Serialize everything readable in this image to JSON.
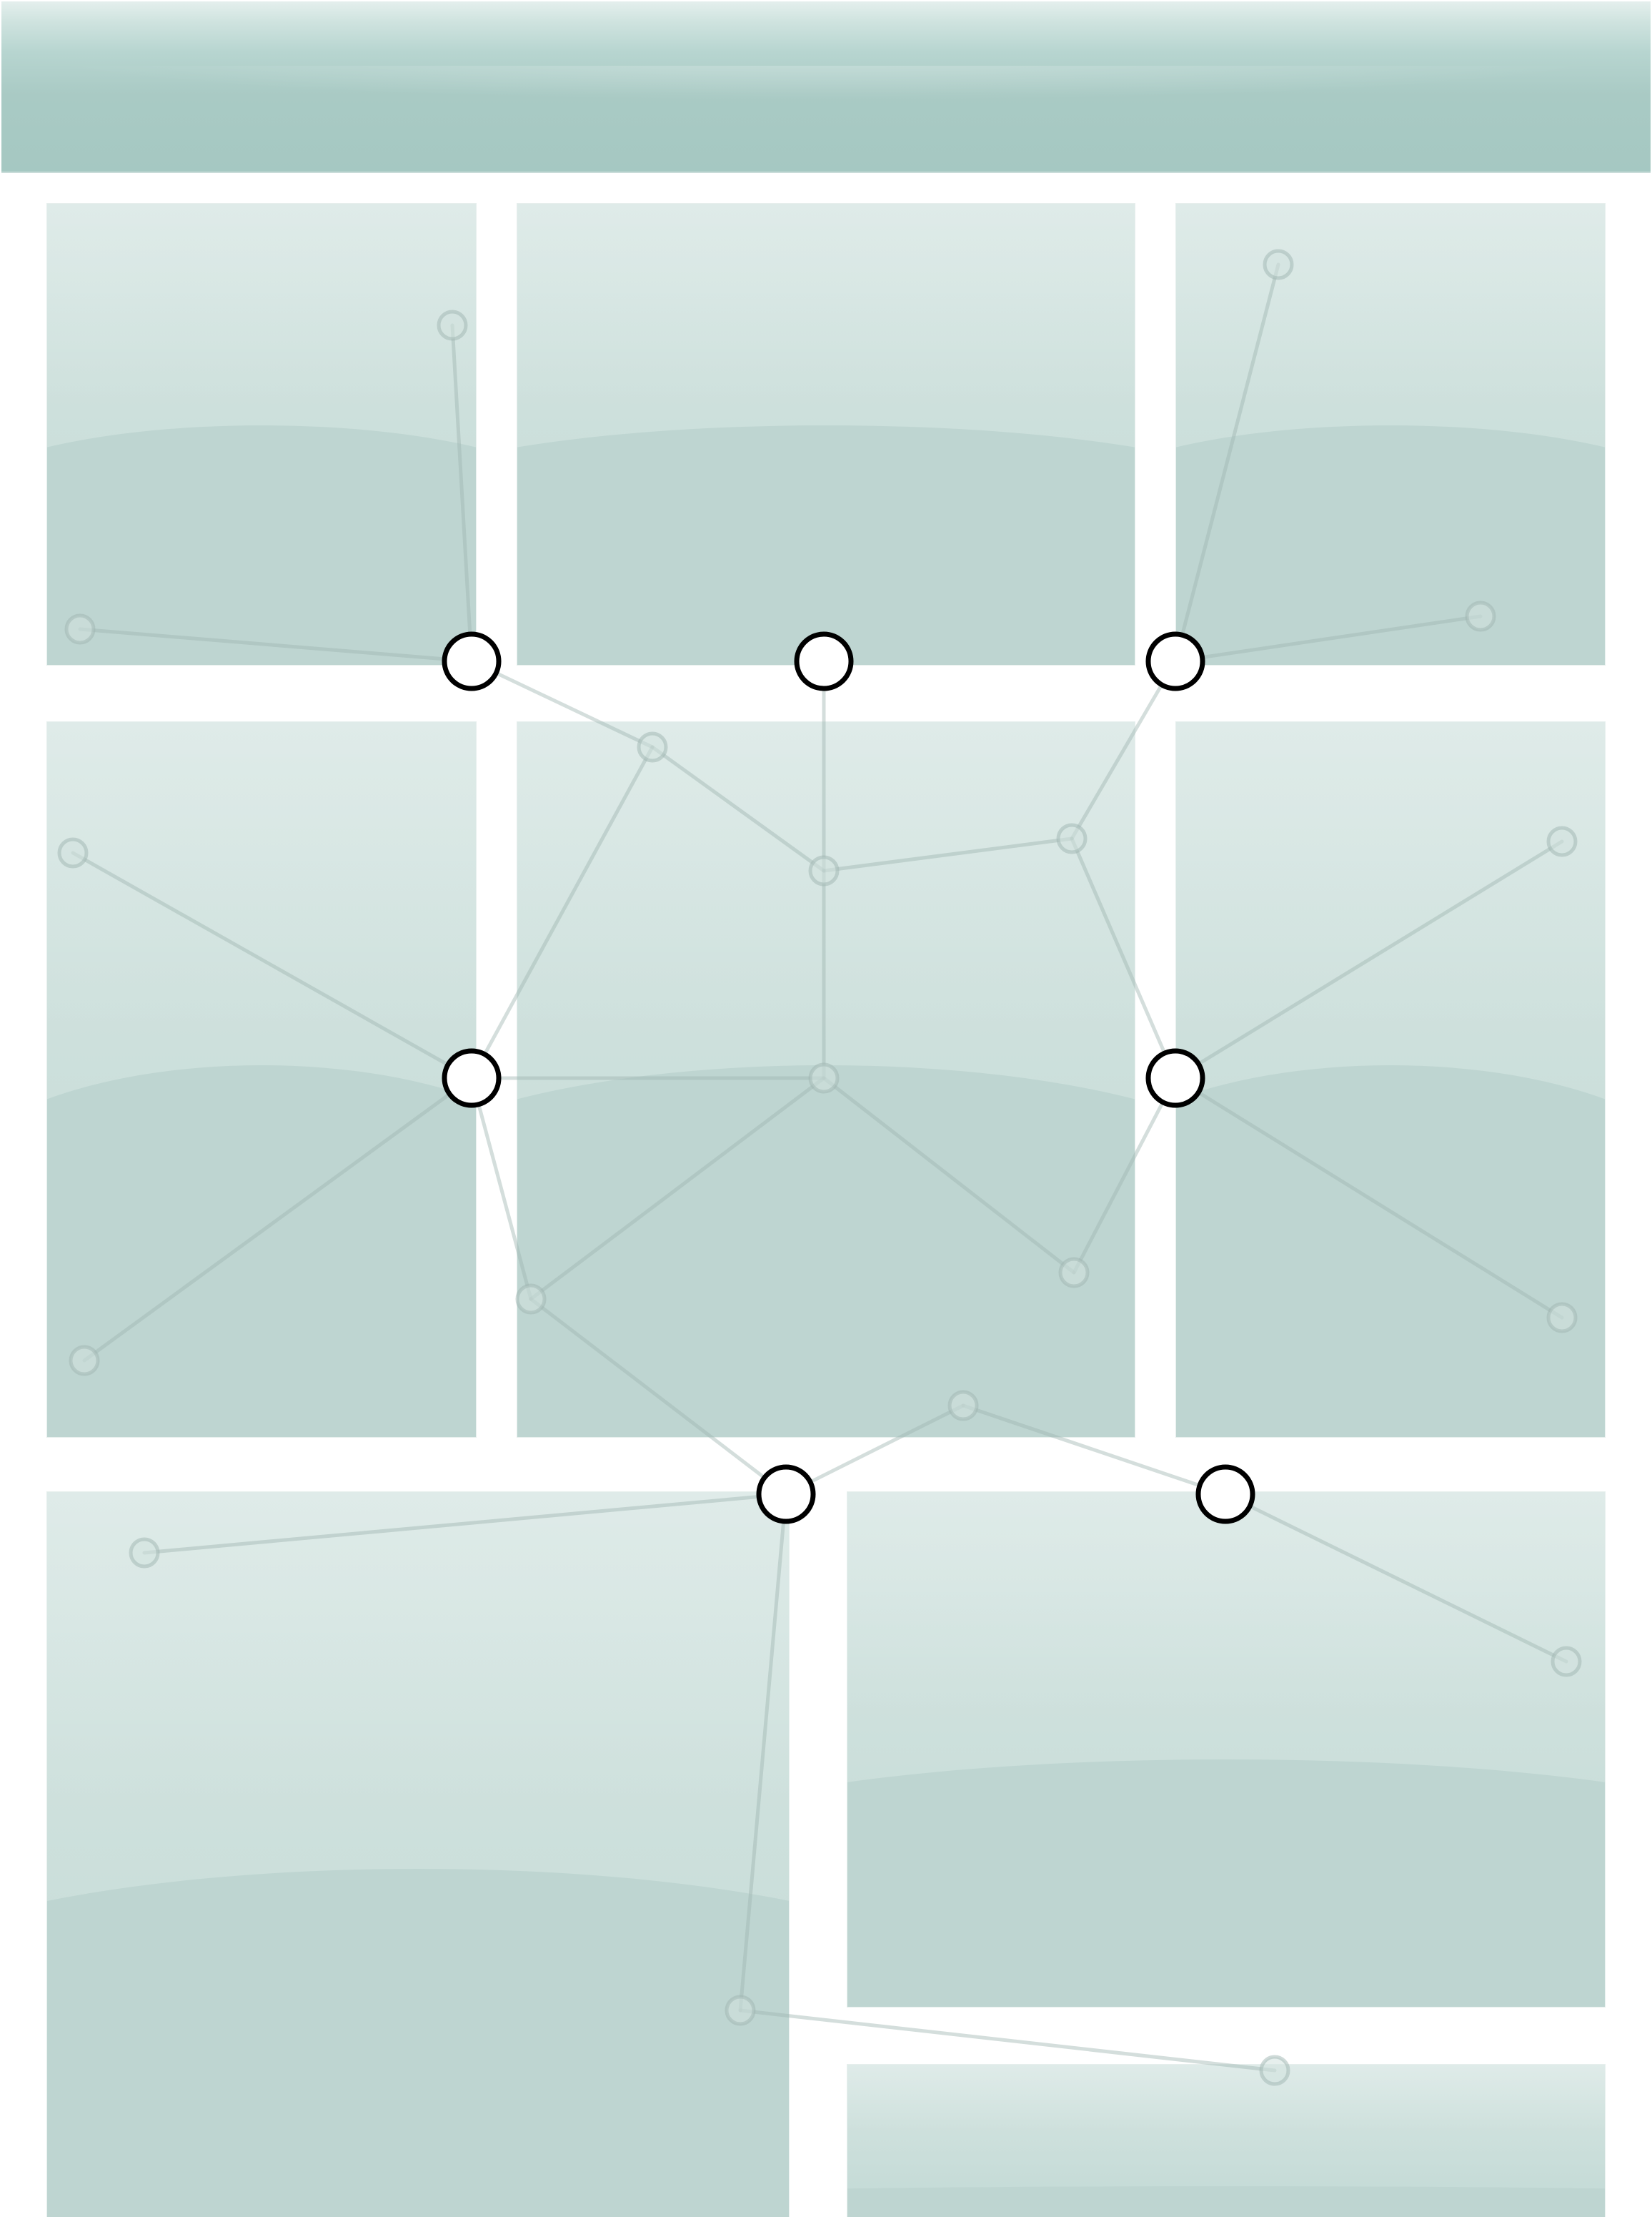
{
  "theme": {
    "header_color": "#a5c8c2",
    "panel_color": "#bed5d1",
    "connector_line_color": "#9fb6b2",
    "hub_node_fill": "#ffffff",
    "hub_node_stroke": "#000000"
  },
  "layout": {
    "header": "banner",
    "panel_rows": [
      [
        "panel-1",
        "panel-2",
        "panel-3"
      ],
      [
        "panel-4",
        "panel-5",
        "panel-6"
      ],
      [
        "panel-7",
        "panel-8",
        "panel-9"
      ]
    ]
  },
  "decoration": {
    "type": "connector-network",
    "hub_node_count": 7,
    "faint_node_count": 20
  }
}
